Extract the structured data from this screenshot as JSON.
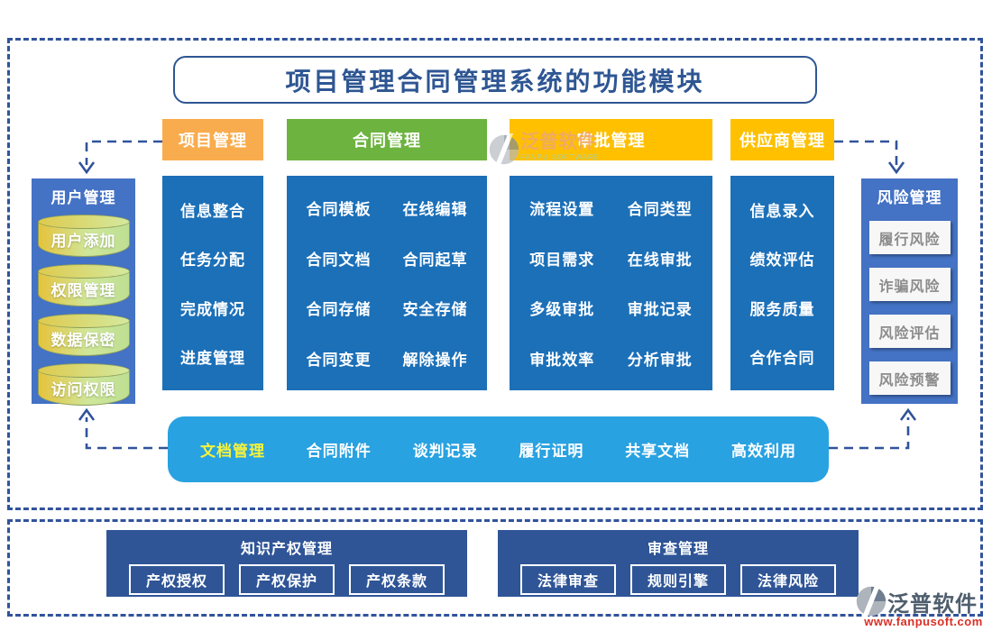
{
  "title": "项目管理合同管理系统的功能模块",
  "headers": {
    "project": "项目管理",
    "contract": "合同管理",
    "approval": "审批管理",
    "supplier": "供应商管理"
  },
  "columns": {
    "project": {
      "items": [
        "信息整合",
        "任务分配",
        "完成情况",
        "进度管理"
      ]
    },
    "contract": {
      "items": [
        "合同模板",
        "在线编辑",
        "合同文档",
        "合同起草",
        "合同存储",
        "安全存储",
        "合同变更",
        "解除操作"
      ]
    },
    "approval": {
      "items": [
        "流程设置",
        "合同类型",
        "项目需求",
        "在线审批",
        "多级审批",
        "审批记录",
        "审批效率",
        "分析审批"
      ]
    },
    "supplier": {
      "items": [
        "信息录入",
        "绩效评估",
        "服务质量",
        "合作合同"
      ]
    }
  },
  "user_panel": {
    "title": "用户管理",
    "items": [
      "用户添加",
      "权限管理",
      "数据保密",
      "访问权限"
    ]
  },
  "risk_panel": {
    "title": "风险管理",
    "items": [
      "履行风险",
      "诈骗风险",
      "风险评估",
      "风险预警"
    ]
  },
  "document_bar": {
    "items": [
      "文档管理",
      "合同附件",
      "谈判记录",
      "履行证明",
      "共享文档",
      "高效利用"
    ]
  },
  "bottom_sections": {
    "ip": {
      "title": "知识产权管理",
      "items": [
        "产权授权",
        "产权保护",
        "产权条款"
      ]
    },
    "review": {
      "title": "审查管理",
      "items": [
        "法律审查",
        "规则引擎",
        "法律风险"
      ]
    }
  },
  "watermark": {
    "name": "泛普软件",
    "subtitle": "FANPU SOFTWARE"
  },
  "brand": {
    "name": "泛普软件",
    "url": "www.fanpusoft.com"
  },
  "colors": {
    "header-orange": "#F9AC4D",
    "header-green": "#6CB33F",
    "header-gold": "#FFC000",
    "column-blue": "#1C70B8",
    "panel-blue": "#4472C4",
    "bar-blue": "#29A2E1",
    "navy": "#2F5597",
    "line-blue": "#31539B",
    "title-blue": "#2E5693",
    "highlight-yellow": "#F5F33C",
    "url-red": "#D93025"
  }
}
